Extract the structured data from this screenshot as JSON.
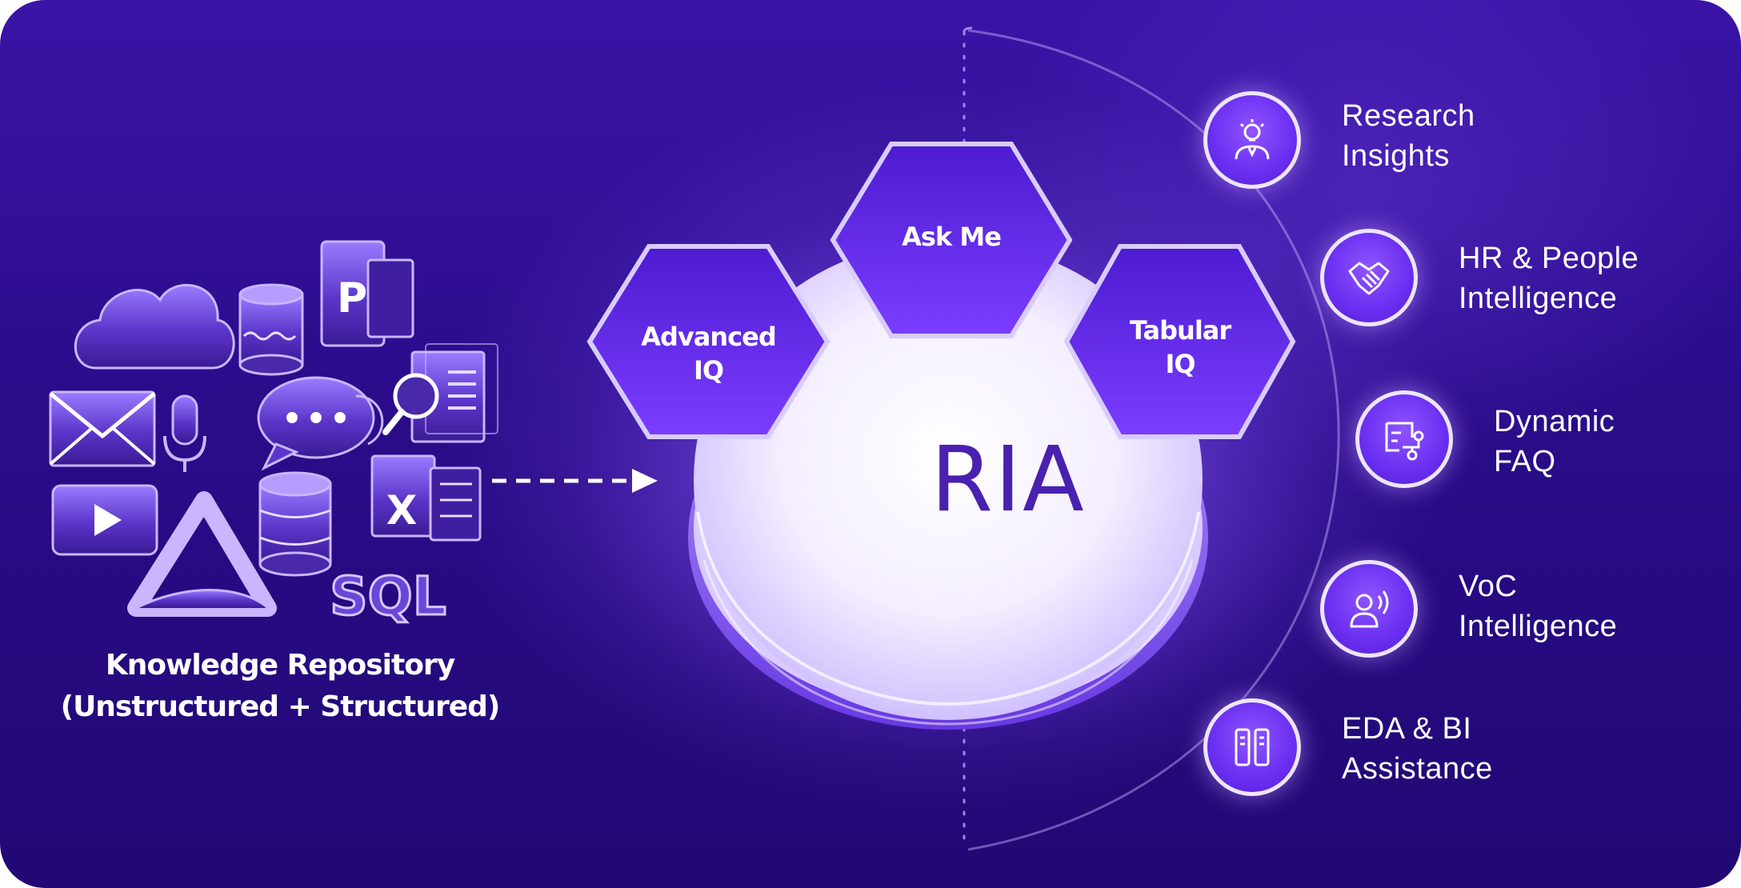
{
  "repository": {
    "line1": "Knowledge Repository",
    "line2": "(Unstructured + Structured)",
    "sources": [
      {
        "name": "cloud-icon"
      },
      {
        "name": "database-cylinder-icon"
      },
      {
        "name": "powerpoint-icon",
        "letter": "P"
      },
      {
        "name": "email-envelope-icon"
      },
      {
        "name": "microphone-icon"
      },
      {
        "name": "chat-bubbles-icon"
      },
      {
        "name": "document-search-icon"
      },
      {
        "name": "video-play-icon"
      },
      {
        "name": "brand-logo-icon"
      },
      {
        "name": "database-stack-icon"
      },
      {
        "name": "excel-icon",
        "letter": "X"
      },
      {
        "name": "sql-label",
        "text": "SQL"
      }
    ]
  },
  "center": {
    "title": "RIA",
    "modules": [
      {
        "lines": [
          "Advanced",
          "IQ"
        ]
      },
      {
        "lines": [
          "Ask Me"
        ]
      },
      {
        "lines": [
          "Tabular",
          "IQ"
        ]
      }
    ]
  },
  "capabilities": [
    {
      "icon": "lightbulb-person-icon",
      "lines": [
        "Research",
        "Insights"
      ]
    },
    {
      "icon": "handshake-icon",
      "lines": [
        "HR & People",
        "Intelligence"
      ]
    },
    {
      "icon": "faq-flow-icon",
      "lines": [
        "Dynamic",
        "FAQ"
      ]
    },
    {
      "icon": "voice-speaker-icon",
      "lines": [
        "VoC",
        "Intelligence"
      ]
    },
    {
      "icon": "server-panels-icon",
      "lines": [
        "EDA & BI",
        "Assistance"
      ]
    }
  ],
  "colors": {
    "background": "#2a0c8a",
    "accent": "#7a3cff",
    "platform": "#f1eaff",
    "title": "#4a20b0"
  }
}
